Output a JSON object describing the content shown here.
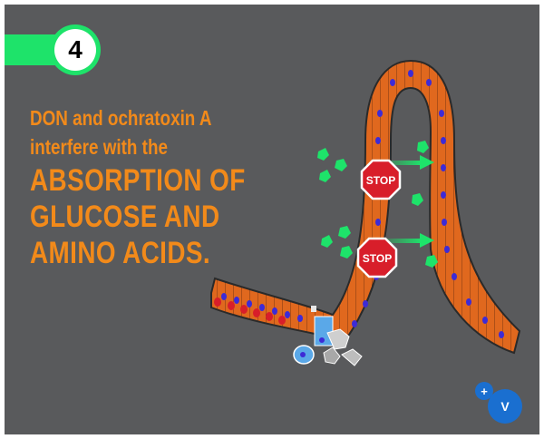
{
  "step": {
    "number": "4"
  },
  "headline": {
    "line1": "DON and ochratoxin A",
    "line2": "interfere with the",
    "line3": "ABSORPTION OF",
    "line4": "GLUCOSE AND",
    "line5": "AMINO ACIDS."
  },
  "illustration": {
    "stop_sign_upper": "STOP",
    "stop_sign_lower": "STOP"
  },
  "zoom_control": {
    "plus_label": "+",
    "main_label": "V"
  },
  "colors": {
    "background": "#595a5c",
    "accent_green": "#1ee36a",
    "headline_orange": "#f28a1a",
    "stop_red": "#d81e2a",
    "zoom_blue": "#1a6fd0"
  }
}
